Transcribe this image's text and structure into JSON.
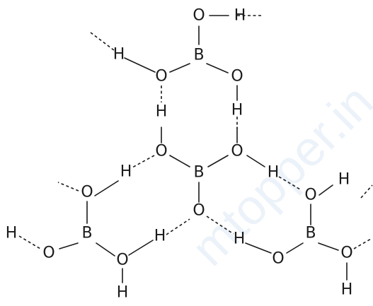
{
  "watermark": "mtopper.in",
  "labels": {
    "oxygen": "O",
    "hydrogen": "H",
    "boron": "B"
  }
}
